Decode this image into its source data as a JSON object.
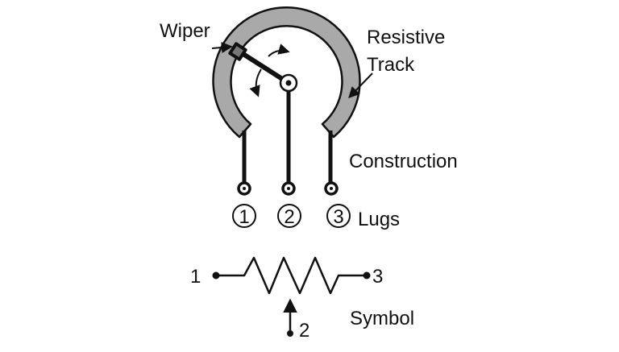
{
  "labels": {
    "wiper": "Wiper",
    "resistive_line1": "Resistive",
    "resistive_line2": "Track",
    "construction": "Construction",
    "lugs": "Lugs",
    "symbol": "Symbol"
  },
  "lug_numbers": [
    "1",
    "2",
    "3"
  ],
  "symbol_terminals": {
    "left": "1",
    "right": "3",
    "wiper": "2"
  },
  "colors": {
    "track_fill": "#a9a9a9",
    "line": "#111111",
    "background": "#ffffff"
  }
}
